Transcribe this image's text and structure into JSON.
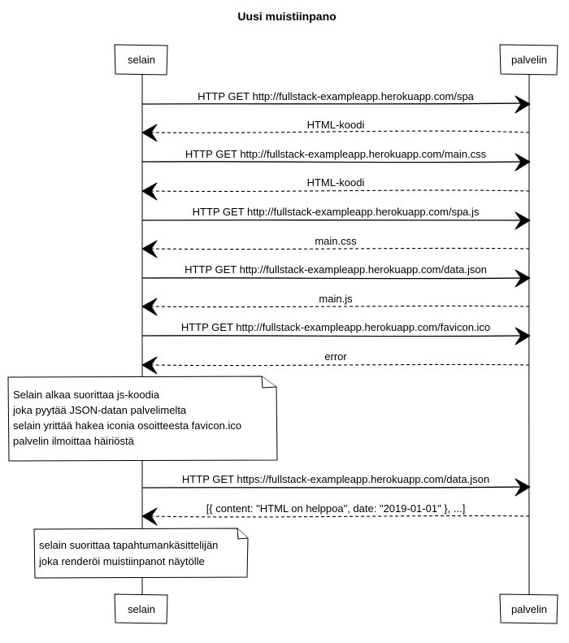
{
  "title": "Uusi muistiinpano",
  "participants": {
    "left": "selain",
    "right": "palvelin"
  },
  "messages": [
    {
      "text": "HTTP GET http://fullstack-exampleapp.herokuapp.com/spa",
      "direction": "right",
      "style": "solid"
    },
    {
      "text": "HTML-koodi",
      "direction": "left",
      "style": "dashed"
    },
    {
      "text": "HTTP GET http://fullstack-exampleapp.herokuapp.com/main.css",
      "direction": "right",
      "style": "solid"
    },
    {
      "text": "HTML-koodi",
      "direction": "left",
      "style": "dashed"
    },
    {
      "text": "HTTP GET http://fullstack-exampleapp.herokuapp.com/spa.js",
      "direction": "right",
      "style": "solid"
    },
    {
      "text": "main.css",
      "direction": "left",
      "style": "dashed"
    },
    {
      "text": "HTTP GET http://fullstack-exampleapp.herokuapp.com/data.json",
      "direction": "right",
      "style": "solid"
    },
    {
      "text": "main.js",
      "direction": "left",
      "style": "dashed"
    },
    {
      "text": "HTTP GET http://fullstack-exampleapp.herokuapp.com/favicon.ico",
      "direction": "right",
      "style": "solid"
    },
    {
      "text": "error",
      "direction": "left",
      "style": "dashed"
    },
    {
      "text": "HTTP GET https://fullstack-exampleapp.herokuapp.com/data.json",
      "direction": "right",
      "style": "solid"
    },
    {
      "text": "[{ content: \"HTML on helppoa\", date: \"2019-01-01\" }, ...]",
      "direction": "left",
      "style": "dashed"
    }
  ],
  "notes": [
    {
      "lines": [
        "Selain alkaa suorittaa js-koodia",
        "joka pyytää JSON-datan palvelimelta",
        "selain yrittää hakea iconia osoitteesta favicon.ico",
        "palvelin ilmoittaa häiriöstä"
      ]
    },
    {
      "lines": [
        "selain suorittaa tapahtumankäsittelijän",
        "joka renderöi muistiinpanot näytölle"
      ]
    }
  ]
}
